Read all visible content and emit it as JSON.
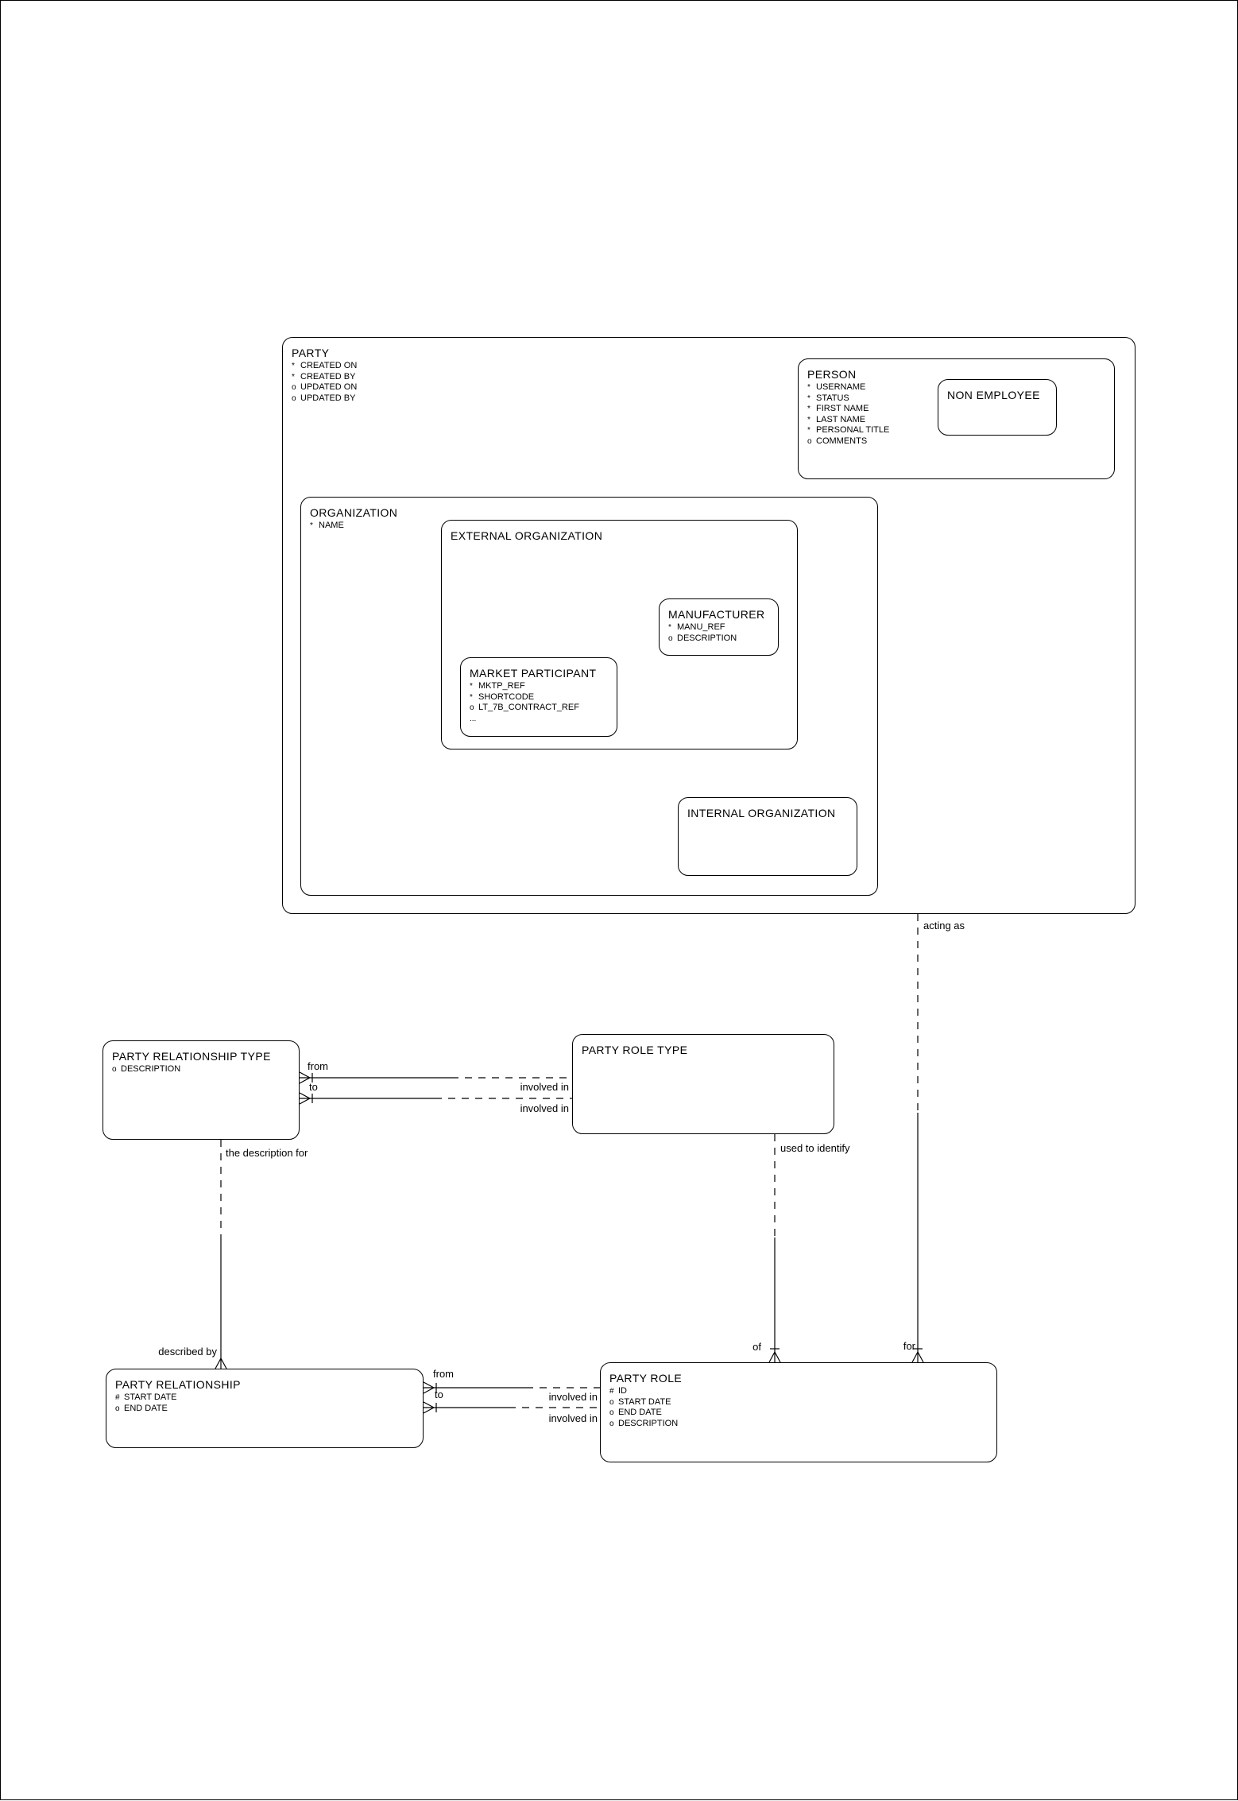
{
  "diagram": {
    "colors": {
      "line": "#000000",
      "background": "#ffffff",
      "text": "#000000"
    },
    "entities": [
      {
        "id": "party",
        "title": "PARTY",
        "attributes": [
          {
            "marker": "*",
            "name": "CREATED ON"
          },
          {
            "marker": "*",
            "name": "CREATED BY"
          },
          {
            "marker": "o",
            "name": "UPDATED ON"
          },
          {
            "marker": "o",
            "name": "UPDATED BY"
          }
        ]
      },
      {
        "id": "person",
        "title": "PERSON",
        "attributes": [
          {
            "marker": "*",
            "name": "USERNAME"
          },
          {
            "marker": "*",
            "name": "STATUS"
          },
          {
            "marker": "*",
            "name": "FIRST NAME"
          },
          {
            "marker": "*",
            "name": "LAST NAME"
          },
          {
            "marker": "*",
            "name": "PERSONAL TITLE"
          },
          {
            "marker": "o",
            "name": "COMMENTS"
          }
        ]
      },
      {
        "id": "non-employee",
        "title": "NON EMPLOYEE",
        "attributes": []
      },
      {
        "id": "organization",
        "title": "ORGANIZATION",
        "attributes": [
          {
            "marker": "*",
            "name": "NAME"
          }
        ]
      },
      {
        "id": "external-organization",
        "title": "EXTERNAL ORGANIZATION",
        "attributes": []
      },
      {
        "id": "manufacturer",
        "title": "MANUFACTURER",
        "attributes": [
          {
            "marker": "*",
            "name": "MANU_REF"
          },
          {
            "marker": "o",
            "name": "DESCRIPTION"
          }
        ]
      },
      {
        "id": "market-participant",
        "title": "MARKET PARTICIPANT",
        "attributes": [
          {
            "marker": "*",
            "name": "MKTP_REF"
          },
          {
            "marker": "*",
            "name": "SHORTCODE"
          },
          {
            "marker": "o",
            "name": "LT_7B_CONTRACT_REF"
          },
          {
            "marker": "...",
            "name": ""
          }
        ]
      },
      {
        "id": "internal-organization",
        "title": "INTERNAL ORGANIZATION",
        "attributes": []
      },
      {
        "id": "party-relationship-type",
        "title": "PARTY RELATIONSHIP TYPE",
        "attributes": [
          {
            "marker": "o",
            "name": "DESCRIPTION"
          }
        ]
      },
      {
        "id": "party-role-type",
        "title": "PARTY ROLE TYPE",
        "attributes": []
      },
      {
        "id": "party-relationship",
        "title": "PARTY RELATIONSHIP",
        "attributes": [
          {
            "marker": "#",
            "name": "START DATE"
          },
          {
            "marker": "o",
            "name": "END DATE"
          }
        ]
      },
      {
        "id": "party-role",
        "title": "PARTY ROLE",
        "attributes": [
          {
            "marker": "#",
            "name": "ID"
          },
          {
            "marker": "o",
            "name": "START DATE"
          },
          {
            "marker": "o",
            "name": "END DATE"
          },
          {
            "marker": "o",
            "name": "DESCRIPTION"
          }
        ]
      }
    ],
    "relationships": [
      {
        "id": "party-acting-as-party-role",
        "labels": {
          "top": "acting as",
          "bottom": "for"
        }
      },
      {
        "id": "party-role-type-identifies-party-role",
        "labels": {
          "top": "used to identify",
          "bottom": "of"
        }
      },
      {
        "id": "party-relationship-type-describes-party-relationship",
        "labels": {
          "top": "the description for",
          "bottom": "described by"
        }
      },
      {
        "id": "party-relationship-type-from-party-role-type",
        "labels": {
          "left": "from",
          "right": "involved in"
        }
      },
      {
        "id": "party-relationship-type-to-party-role-type",
        "labels": {
          "left": "to",
          "right": "involved in"
        }
      },
      {
        "id": "party-relationship-from-party-role",
        "labels": {
          "left": "from",
          "right": "involved in"
        }
      },
      {
        "id": "party-relationship-to-party-role",
        "labels": {
          "left": "to",
          "right": "involved in"
        }
      }
    ]
  }
}
